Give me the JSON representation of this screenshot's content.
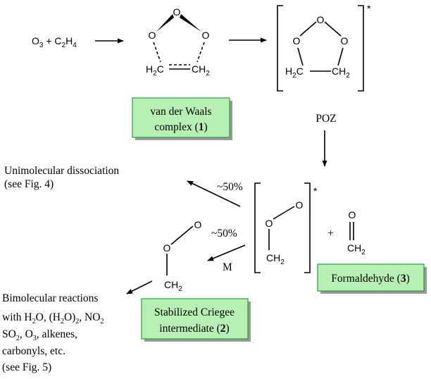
{
  "colors": {
    "box_fill": "#b6f0b4",
    "box_border": "#2c9c3c",
    "ink": "#000000"
  },
  "reactants": {
    "o3": "O",
    "o3_sub": "3",
    "plus": " + C",
    "c": "",
    "h": "H",
    "h_sub": "4",
    "c_sub": "2"
  },
  "vdw": {
    "atom_o": "O",
    "h2c_left": "H",
    "h2c_left_sub": "2",
    "h2c_left_c": "C",
    "ch2_right_c": "CH",
    "ch2_right_sub": "2",
    "label_line1": "van der Waals",
    "label_line2_prefix": "complex (",
    "label_line2_num": "1",
    "label_line2_suffix": ")"
  },
  "poz": {
    "atom_o": "O",
    "h2c_left": "H",
    "h2c_left_sub": "2",
    "h2c_left_c": "C",
    "ch2_right_c": "CH",
    "ch2_right_sub": "2",
    "star": "*",
    "label": "POZ"
  },
  "criegee": {
    "atom_o": "O",
    "ch": "CH",
    "ch_sub": "2",
    "star": "*",
    "plus": "+",
    "pct_upper": "~50%",
    "pct_lower": "~50%",
    "m": "M"
  },
  "formaldehyde": {
    "atom_o": "O",
    "ch": "CH",
    "ch_sub": "2",
    "label_prefix": "Formaldehyde (",
    "label_num": "3",
    "label_suffix": ")"
  },
  "stabilized": {
    "atom_o": "O",
    "ch": "CH",
    "ch_sub": "2",
    "label_line1": "Stabilized Criegee",
    "label_line2_prefix": "intermediate (",
    "label_line2_num": "2",
    "label_line2_suffix": ")"
  },
  "unimolecular": {
    "line1": "Unimolecular dissociation",
    "line2": "(see Fig. 4)"
  },
  "bimolecular": {
    "line1": "Bimolecular reactions",
    "line2_a": "with H",
    "line2_b": "2",
    "line2_c": "O, (H",
    "line2_d": "2",
    "line2_e": "O)",
    "line2_f": "2",
    "line2_g": ", NO",
    "line2_h": "2",
    "line3_a": "SO",
    "line3_b": "2",
    "line3_c": ", O",
    "line3_d": "3",
    "line3_e": ", alkenes,",
    "line4": "carbonyls, etc.",
    "line5": "(see Fig. 5)"
  }
}
